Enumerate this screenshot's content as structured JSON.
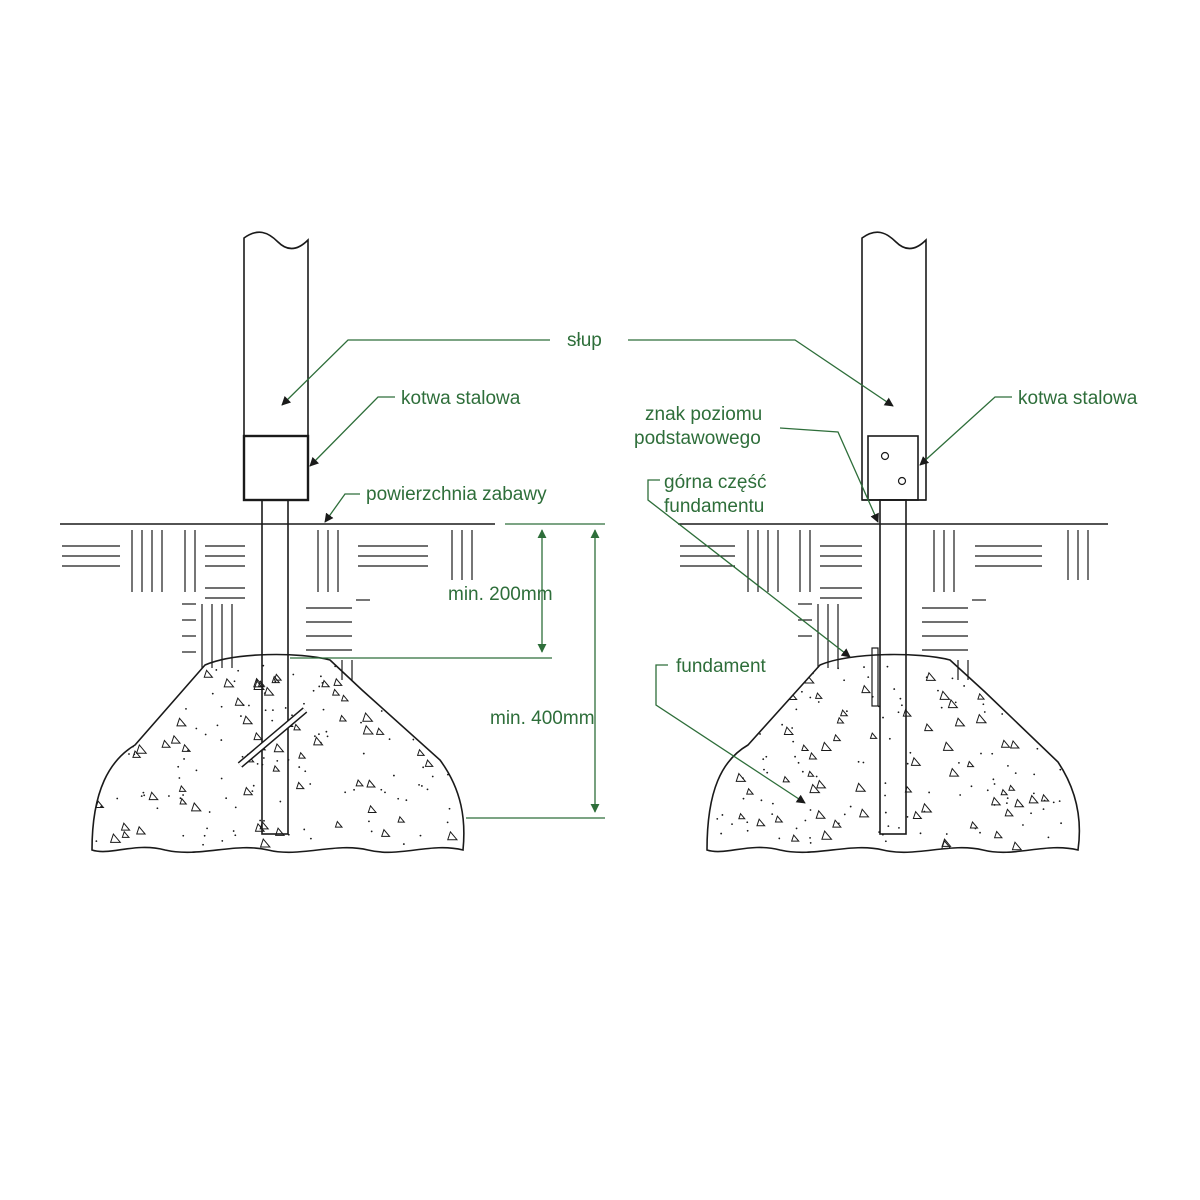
{
  "colors": {
    "ink": "#1a1a1a",
    "annotation": "#2e6e3a",
    "background": "#ffffff"
  },
  "labels": {
    "post": "słup",
    "steel_anchor_left": "kotwa stalowa",
    "steel_anchor_right": "kotwa stalowa",
    "play_surface": "powierzchnia zabawy",
    "min_200": "min. 200mm",
    "min_400": "min. 400mm",
    "base_level_mark_line1": "znak poziomu",
    "base_level_mark_line2": "podstawowego",
    "foundation_top_line1": "górna część",
    "foundation_top_line2": "fundamentu",
    "foundation": "fundament"
  }
}
